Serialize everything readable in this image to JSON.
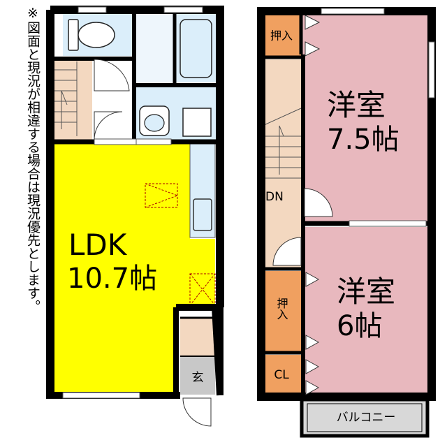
{
  "note": "※図面と現況が相違する場合は現況優先とします。",
  "floor1": {
    "ldk_label": "LDK",
    "ldk_size": "10.7帖",
    "entrance_label": "玄"
  },
  "floor2": {
    "room1_label": "洋室",
    "room1_size": "7.5帖",
    "room2_label": "洋室",
    "room2_size": "6帖",
    "closet_top_label": "押入",
    "closet_mid_label": "押入",
    "cl_label": "CL",
    "stairs_label": "DN",
    "balcony_label": "バルコニー"
  },
  "colors": {
    "ldk": "#ffff00",
    "wet_area": "#dbeefa",
    "stairs": "#f3d8c0",
    "bedroom": "#e8b8be",
    "closet": "#f0a060",
    "entrance": "#c8c8c8",
    "balcony": "#d8d8d8",
    "wall": "#000000"
  }
}
